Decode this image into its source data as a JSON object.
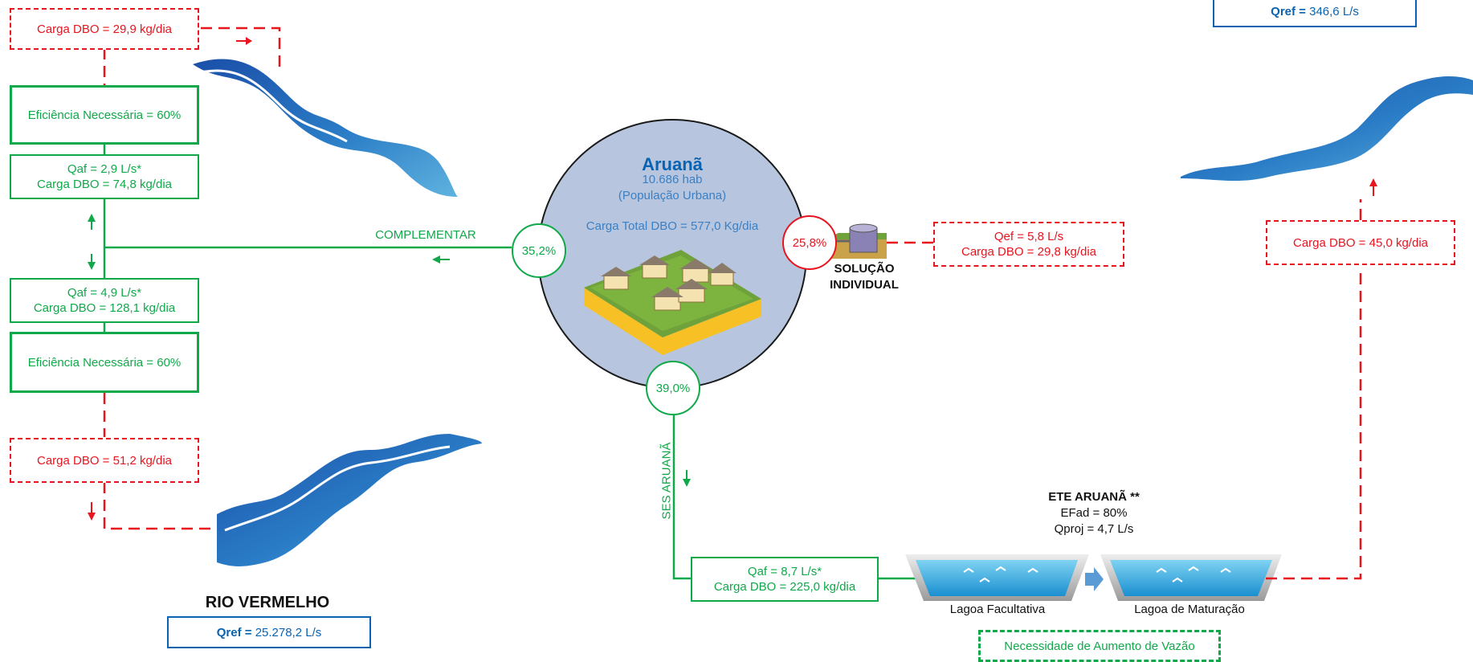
{
  "colors": {
    "red": "#e8141e",
    "green": "#10a94a",
    "blue": "#0a63b0",
    "circle_fill": "#b7c6de"
  },
  "left_branch": {
    "top_load": "Carga DBO = 29,9 kg/dia",
    "efficiency_top": "Eficiência Necessária  = 60%",
    "qaf_top_line1": "Qaf = 2,9 L/s*",
    "qaf_top_line2": "Carga DBO = 74,8 kg/dia",
    "qaf_bottom_line1": "Qaf = 4,9 L/s*",
    "qaf_bottom_line2": "Carga DBO = 128,1 kg/dia",
    "efficiency_bottom": "Eficiência Necessária  = 60%",
    "bottom_load": "Carga DBO = 51,2 kg/dia"
  },
  "river_left": {
    "name": "RIO VERMELHO",
    "qref_label": "Qref =",
    "qref_value": "25.278,2 L/s"
  },
  "river_right": {
    "qref_label": "Qref =",
    "qref_value": "346,6 L/s"
  },
  "city": {
    "name": "Aruanã",
    "population": "10.686 hab",
    "population_note": "(População Urbana)",
    "total_load": "Carga Total DBO = 577,0 Kg/dia"
  },
  "complementar": {
    "label": "COMPLEMENTAR",
    "pct": "35,2%"
  },
  "individual": {
    "pct": "25,8%",
    "label_line1": "SOLUÇÃO",
    "label_line2": "INDIVIDUAL",
    "qef": "Qef = 5,8 L/s",
    "load": "Carga DBO = 29,8 kg/dia"
  },
  "ses": {
    "pct": "39,0%",
    "label": "SES ARUANÃ",
    "qaf": "Qaf = 8,7 L/s*",
    "load": "Carga DBO = 225,0 kg/dia"
  },
  "ete": {
    "title": "ETE ARUANÃ **",
    "efad": "EFad = 80%",
    "qproj": "Qproj = 4,7 L/s",
    "pond1": "Lagoa Facultativa",
    "pond2": "Lagoa de Maturação",
    "note": "Necessidade de Aumento de Vazão"
  },
  "right_branch": {
    "load": "Carga DBO = 45,0 kg/dia"
  }
}
